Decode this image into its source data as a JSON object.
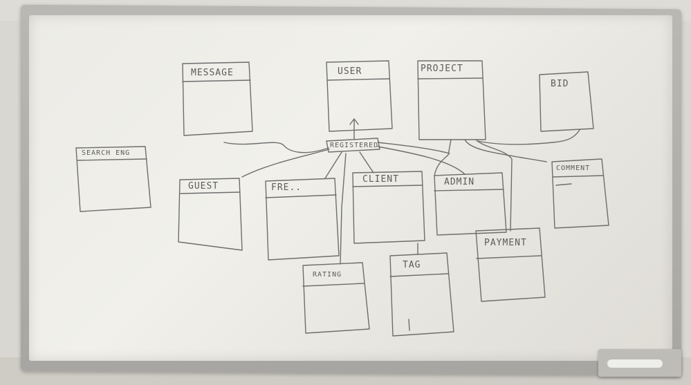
{
  "whiteboard": {
    "entities": {
      "message": "MESSAGE",
      "user": "USER",
      "project": "PROJECT",
      "bid": "BID",
      "search_eng": "SEARCH ENG",
      "registered": "REGISTERED",
      "guest": "GUEST",
      "fre": "FRE..",
      "client": "CLIENT",
      "admin": "ADMIN",
      "comment": "COMMENT",
      "payment": "PAYMENT",
      "rating": "RATING",
      "tag": "TAG"
    }
  }
}
